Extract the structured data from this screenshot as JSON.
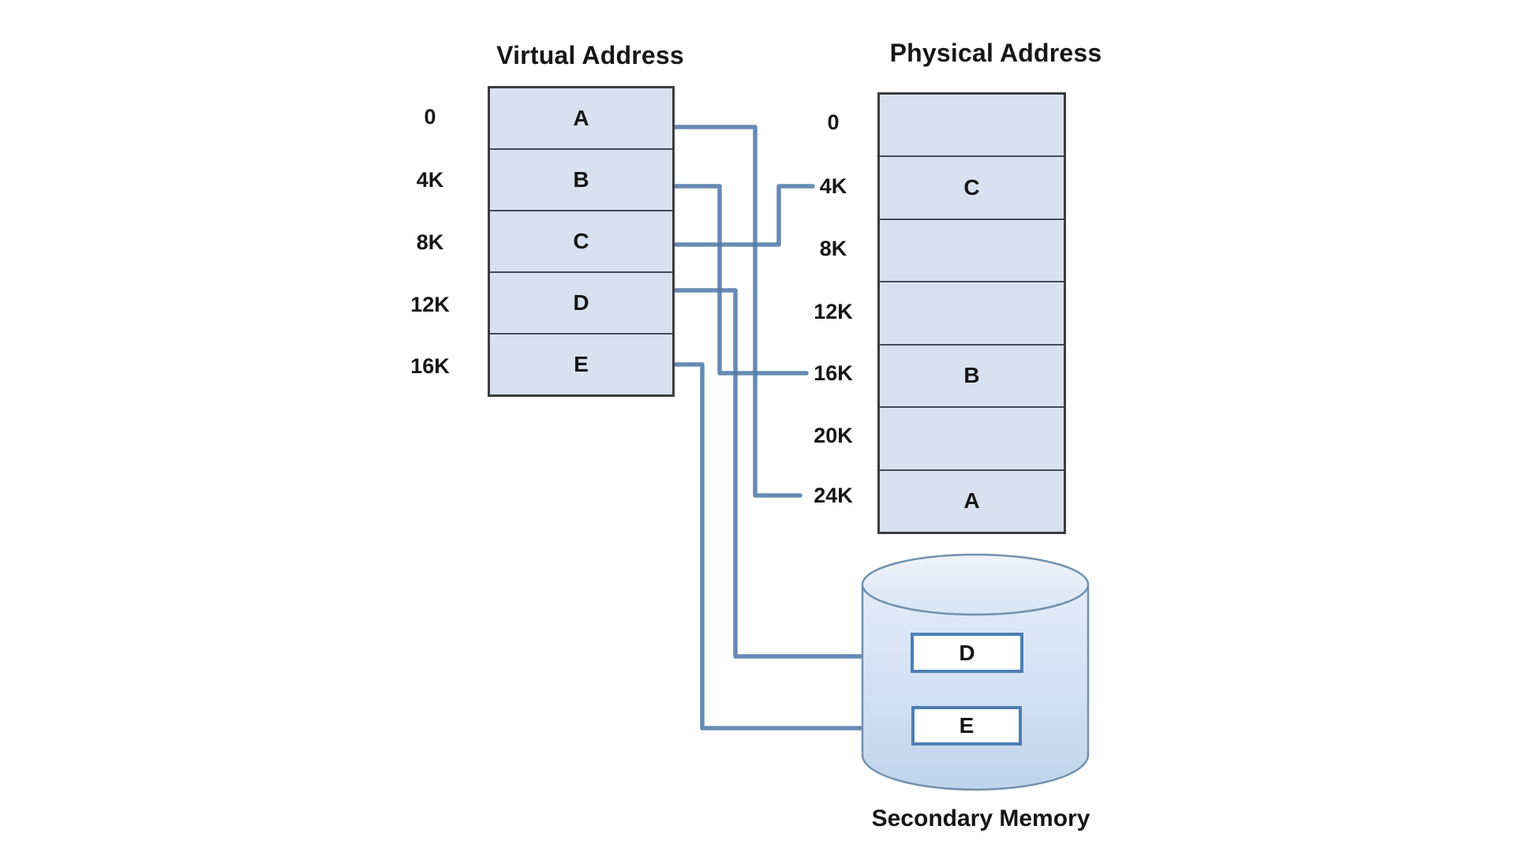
{
  "diagram": {
    "type": "virtual-memory-paging-diagram",
    "background": "#ffffff"
  },
  "virtual": {
    "title": "Virtual Address",
    "rows": [
      {
        "address": "0",
        "page": "A"
      },
      {
        "address": "4K",
        "page": "B"
      },
      {
        "address": "8K",
        "page": "C"
      },
      {
        "address": "12K",
        "page": "D"
      },
      {
        "address": "16K",
        "page": "E"
      }
    ]
  },
  "physical": {
    "title": "Physical Address",
    "rows": [
      {
        "address": "0",
        "frame": ""
      },
      {
        "address": "4K",
        "frame": "C"
      },
      {
        "address": "8K",
        "frame": ""
      },
      {
        "address": "12K",
        "frame": ""
      },
      {
        "address": "16K",
        "frame": "B"
      },
      {
        "address": "20K",
        "frame": ""
      },
      {
        "address": "24K",
        "frame": "A"
      }
    ]
  },
  "secondary": {
    "label": "Secondary Memory",
    "items": [
      {
        "name": "D"
      },
      {
        "name": "E"
      }
    ]
  },
  "mappings": [
    {
      "from": "virtual A (0)",
      "to": "physical 24K"
    },
    {
      "from": "virtual B (4K)",
      "to": "physical 16K"
    },
    {
      "from": "virtual C (8K)",
      "to": "physical 4K"
    },
    {
      "from": "virtual D (12K)",
      "to": "secondary memory D"
    },
    {
      "from": "virtual E (16K)",
      "to": "secondary memory E"
    }
  ],
  "colors": {
    "cell_fill": "#d7e1f0",
    "box_border": "#3d3d3d",
    "connector": "#4f7aa8",
    "cylinder_border": "#7291ae",
    "disk_box_border": "#4d7fb5",
    "text": "#161616"
  }
}
